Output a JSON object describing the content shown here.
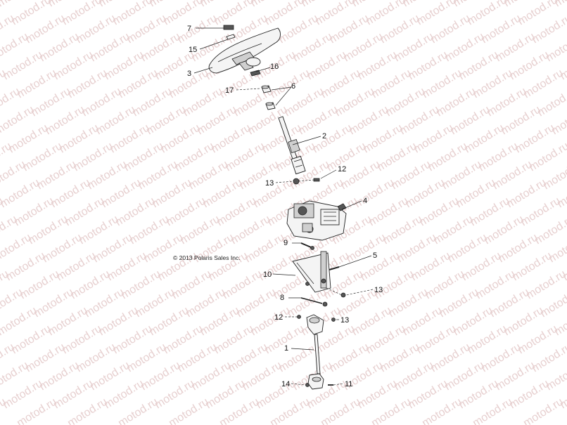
{
  "watermark": "motod.ru",
  "copyright": "© 2013 Polaris Sales Inc.",
  "callouts": {
    "c7": "7",
    "c15": "15",
    "c3": "3",
    "c16": "16",
    "c17": "17",
    "c6": "6",
    "c2": "2",
    "c12a": "12",
    "c13a": "13",
    "c4": "4",
    "c9": "9",
    "c5": "5",
    "c10": "10",
    "c13b": "13",
    "c8": "8",
    "c12b": "12",
    "c13c": "13",
    "c1": "1",
    "c14": "14",
    "c11": "11"
  }
}
